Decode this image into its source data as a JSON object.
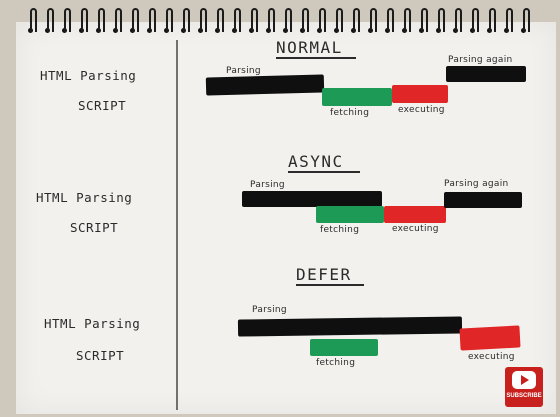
{
  "left_labels": [
    {
      "line1": "HTML Parsing",
      "line2": "SCRIPT"
    },
    {
      "line1": "HTML Parsing",
      "line2": "SCRIPT"
    },
    {
      "line1": "HTML Parsing",
      "line2": "SCRIPT"
    }
  ],
  "sections": {
    "normal": {
      "title": "NORMAL",
      "parsing": "Parsing",
      "fetching": "fetching",
      "executing": "executing",
      "parsing_again": "Parsing again"
    },
    "async": {
      "title": "ASYNC",
      "parsing": "Parsing",
      "fetching": "fetching",
      "executing": "executing",
      "parsing_again": "Parsing again"
    },
    "defer": {
      "title": "DEFER",
      "parsing": "Parsing",
      "fetching": "fetching",
      "executing": "executing"
    }
  },
  "badge": {
    "label": "SUBSCRIBE"
  },
  "colors": {
    "paper": "#f2f1ee",
    "parsing": "#0f0f0f",
    "fetching": "#1e9a57",
    "executing": "#e02626",
    "badge": "#c8201d"
  },
  "icons": {
    "subscribe_badge": "youtube-play-icon"
  }
}
